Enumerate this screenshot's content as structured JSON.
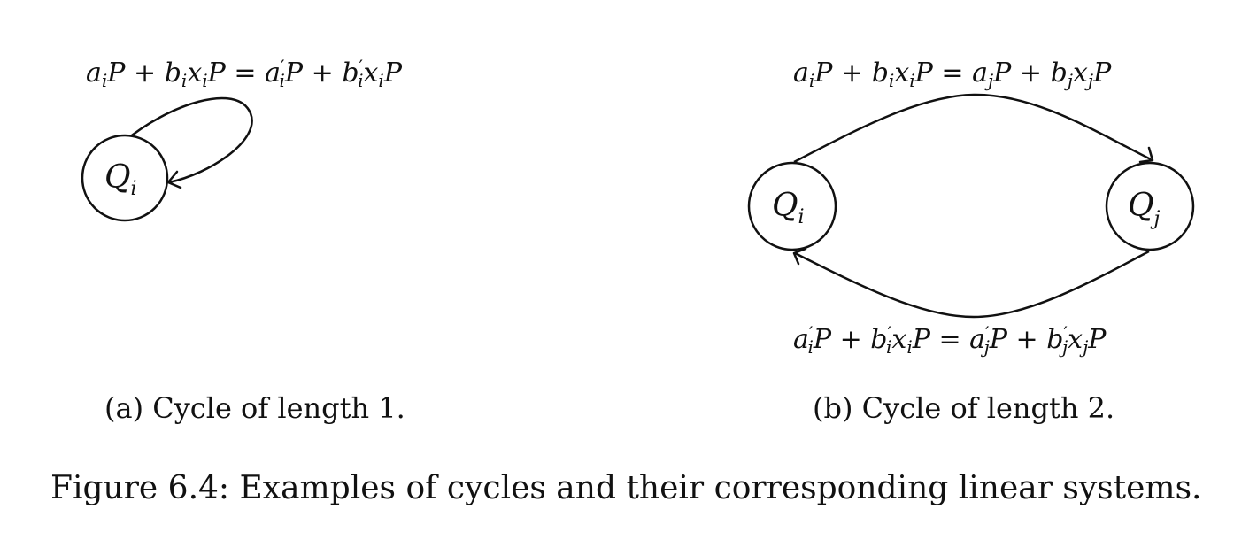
{
  "panel_a": {
    "node": {
      "label": "Q",
      "subscript": "i"
    },
    "edge_label": "a_iP + b_ix_iP = a'_iP + b'_ix_iP",
    "caption": "(a) Cycle of length 1."
  },
  "panel_b": {
    "node_left": {
      "label": "Q",
      "subscript": "i"
    },
    "node_right": {
      "label": "Q",
      "subscript": "j"
    },
    "top_edge_label": "a_iP + b_ix_iP = a_jP + b_jx_jP",
    "bottom_edge_label": "a'_iP + b'_ix_iP = a'_jP + b'_jx_jP",
    "caption": "(b) Cycle of length 2."
  },
  "figure_caption": "Figure 6.4: Examples of cycles and their corresponding linear systems."
}
